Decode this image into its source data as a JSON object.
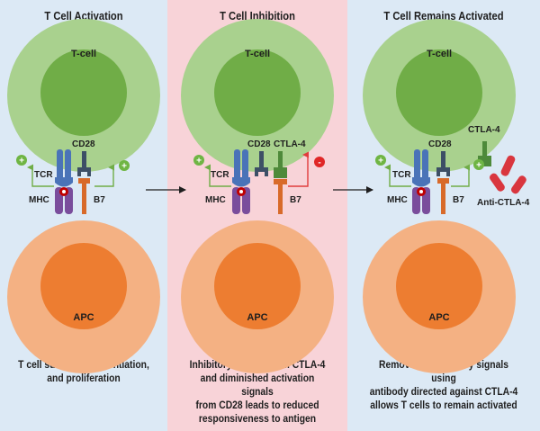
{
  "panels": [
    {
      "title": "T Cell Activation",
      "caption": [
        "T cell survival, differentiation,",
        "and proliferation"
      ]
    },
    {
      "title": "T Cell Inhibition",
      "caption": [
        "Inhibitory signals from CTLA-4",
        "and diminished activation signals",
        "from CD28 leads to reduced",
        "responsiveness to antigen"
      ]
    },
    {
      "title": "T Cell Remains Activated",
      "caption": [
        "Removal of inhibitory signals using",
        "antibody directed against CTLA-4",
        "allows T cells to remain activated"
      ]
    }
  ],
  "labels": {
    "tcell": "T-cell",
    "apc": "APC",
    "cd28": "CD28",
    "tcr": "TCR",
    "mhc": "MHC",
    "b7": "B7",
    "ctla4": "CTLA-4",
    "anti_ctla4": "Anti-CTLA-4",
    "plus": "+",
    "minus": "-"
  },
  "colors": {
    "panel_blue": "#dce9f5",
    "panel_pink": "#f8d3d8",
    "tcell_outer": "#a9d18e",
    "tcell_nucleus": "#70ad47",
    "apc_outer": "#f4b183",
    "apc_nucleus": "#ed7d31",
    "tcr_blue": "#4a73b8",
    "mhc_purple": "#7a4d9c",
    "peptide_red": "#c00000",
    "cd28_slate": "#3d4f66",
    "b7_orange": "#d86a2a",
    "ctla4_green": "#4e8a3a",
    "antibody_red": "#d9363e",
    "arrow_green": "#70ad47",
    "arrow_red": "#e03c3c",
    "badge_green": "#6fb544",
    "badge_red": "#e02626"
  }
}
